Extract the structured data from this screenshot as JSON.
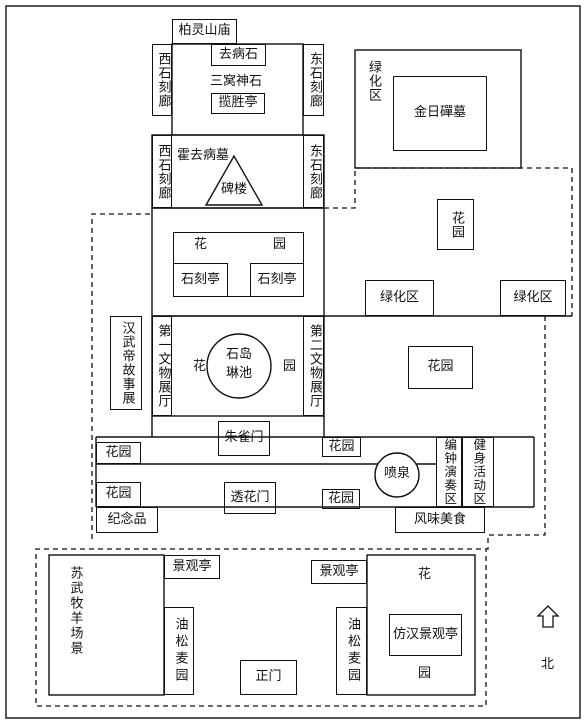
{
  "labels": {
    "bailing_temple": "柏灵山庙",
    "quxingbing_stone": "去病石",
    "sanwo_stone": "三窝神石",
    "lansheng_pavilion": "揽胜亭",
    "west_gallery_1": "西石刻廊",
    "east_gallery_1": "东石刻廊",
    "west_gallery_2": "西石刻廊",
    "east_gallery_2": "东石刻廊",
    "huo_tomb": "霍去病墓",
    "stele_tower": "碑楼",
    "green_area_top": "绿化区",
    "jinri_tomb": "金日磾墓",
    "garden_small": "花园",
    "garden_center_hua": "花",
    "garden_center_yuan": "园",
    "stone_pavilion_left": "石刻亭",
    "stone_pavilion_right": "石刻亭",
    "green_area_mid": "绿化区",
    "green_area_right": "绿化区",
    "han_story": "汉武帝故事展",
    "hall_1": "第一文物展厅",
    "hall_2": "第二文物展厅",
    "pool_hua": "花",
    "pool_name": "石岛琳池",
    "pool_yuan": "园",
    "garden_right": "花园",
    "zhuque_gate": "朱雀门",
    "garden_a": "花园",
    "garden_b": "花园",
    "fountain": "喷泉",
    "chime_area": "编钟演奏区",
    "fitness_area": "健身活动区",
    "garden_c": "花园",
    "touhua_gate": "透花门",
    "garden_d": "花园",
    "souvenir": "纪念品",
    "food": "风味美食",
    "suwu_scene": "苏武牧羊场景",
    "view_pavilion_left": "景观亭",
    "pine_garden_left": "油松麦园",
    "view_pavilion_right": "景观亭",
    "pine_garden_right": "油松麦园",
    "south_hua": "花",
    "south_yuan": "园",
    "fanghan_pavilion": "仿汉景观亭",
    "main_gate": "正门",
    "north": "北"
  }
}
